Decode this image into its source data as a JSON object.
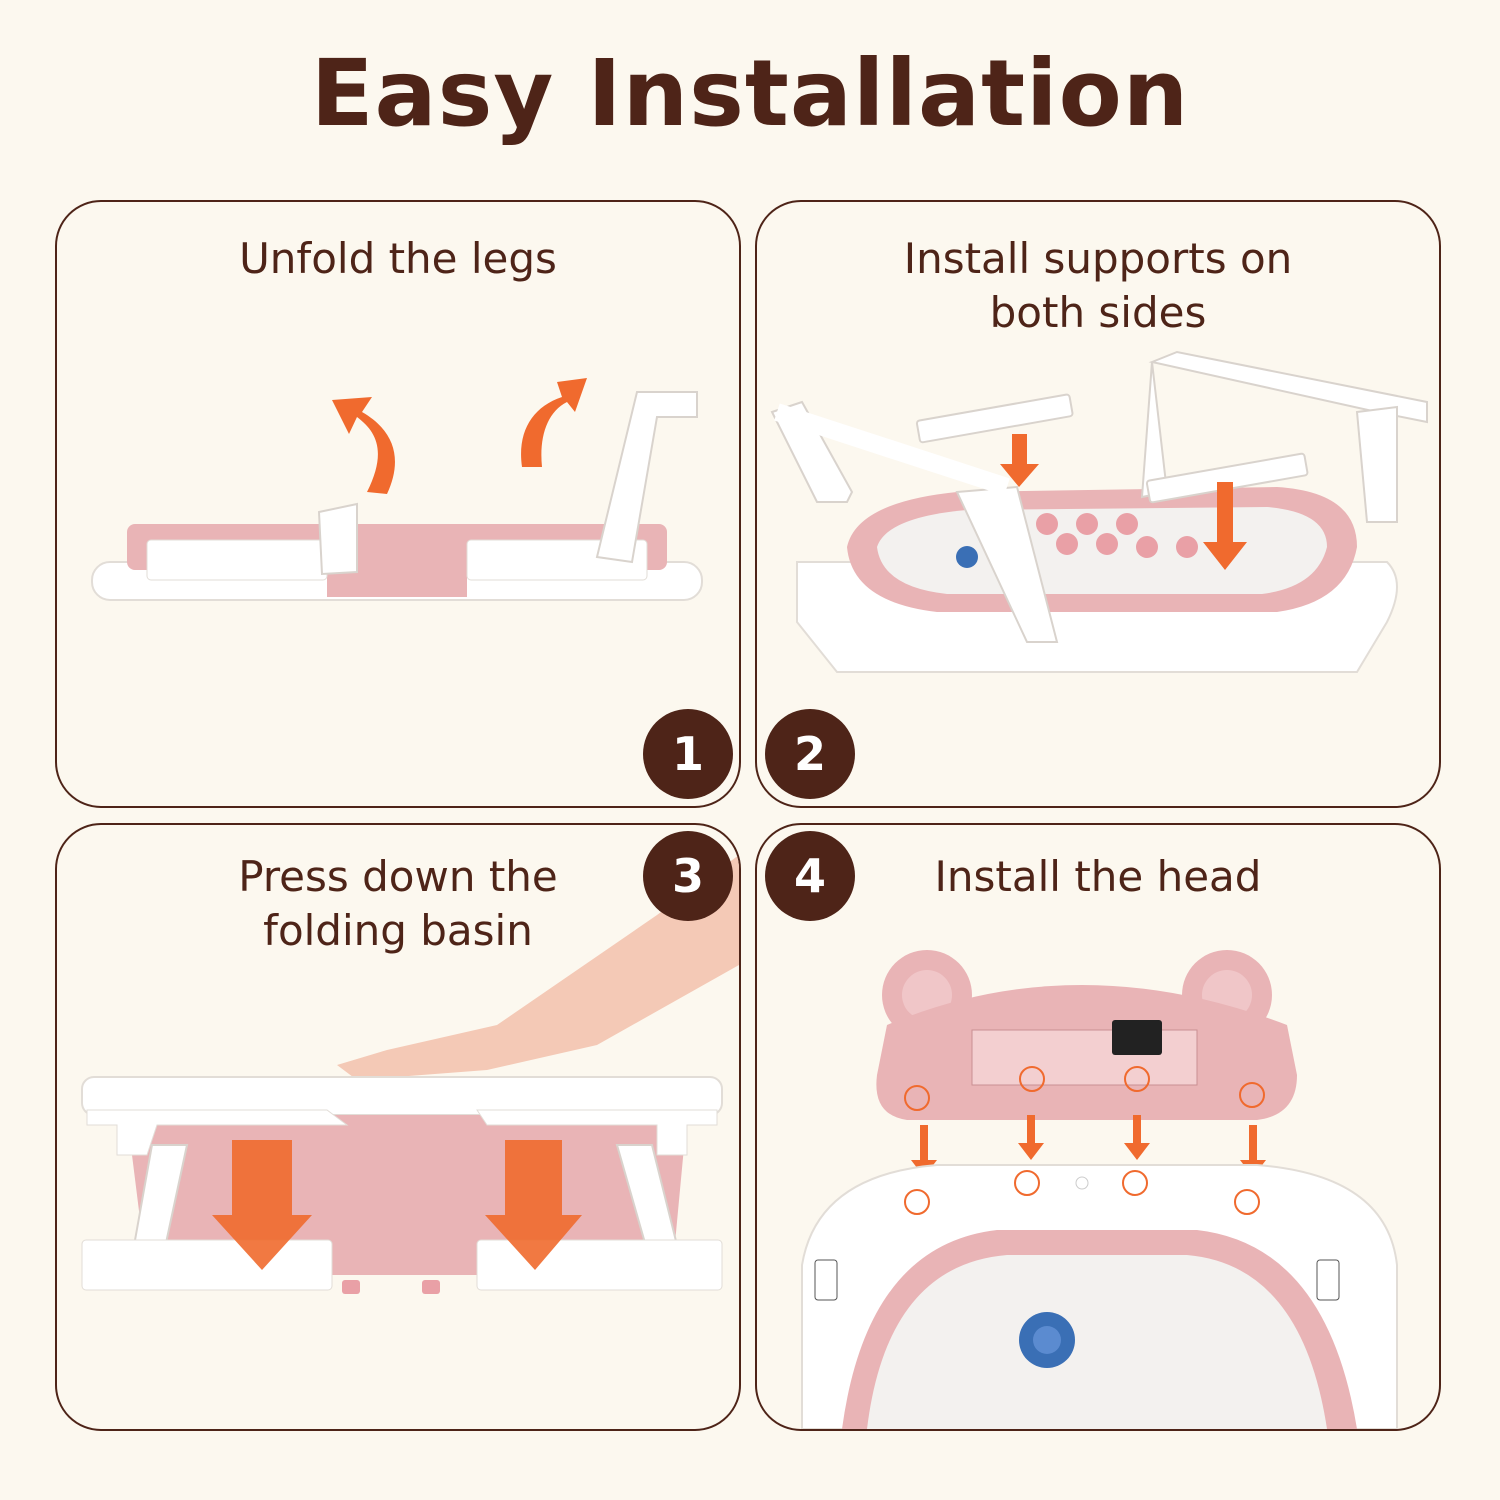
{
  "title": "Easy Installation",
  "colors": {
    "background": "#fcf8ef",
    "brown": "#4e2418",
    "pink": "#e9b4b6",
    "white": "#ffffff",
    "arrow": "#f06a2e",
    "blue_plug": "#3a6fb5"
  },
  "steps": [
    {
      "number": "1",
      "caption": "Unfold the legs",
      "icon": "legs-unfold-illustration"
    },
    {
      "number": "2",
      "caption": "Install supports on\nboth sides",
      "icon": "side-supports-illustration"
    },
    {
      "number": "3",
      "caption": "Press down the\nfolding basin",
      "icon": "press-basin-illustration"
    },
    {
      "number": "4",
      "caption": "Install the head",
      "icon": "bear-head-illustration"
    }
  ]
}
